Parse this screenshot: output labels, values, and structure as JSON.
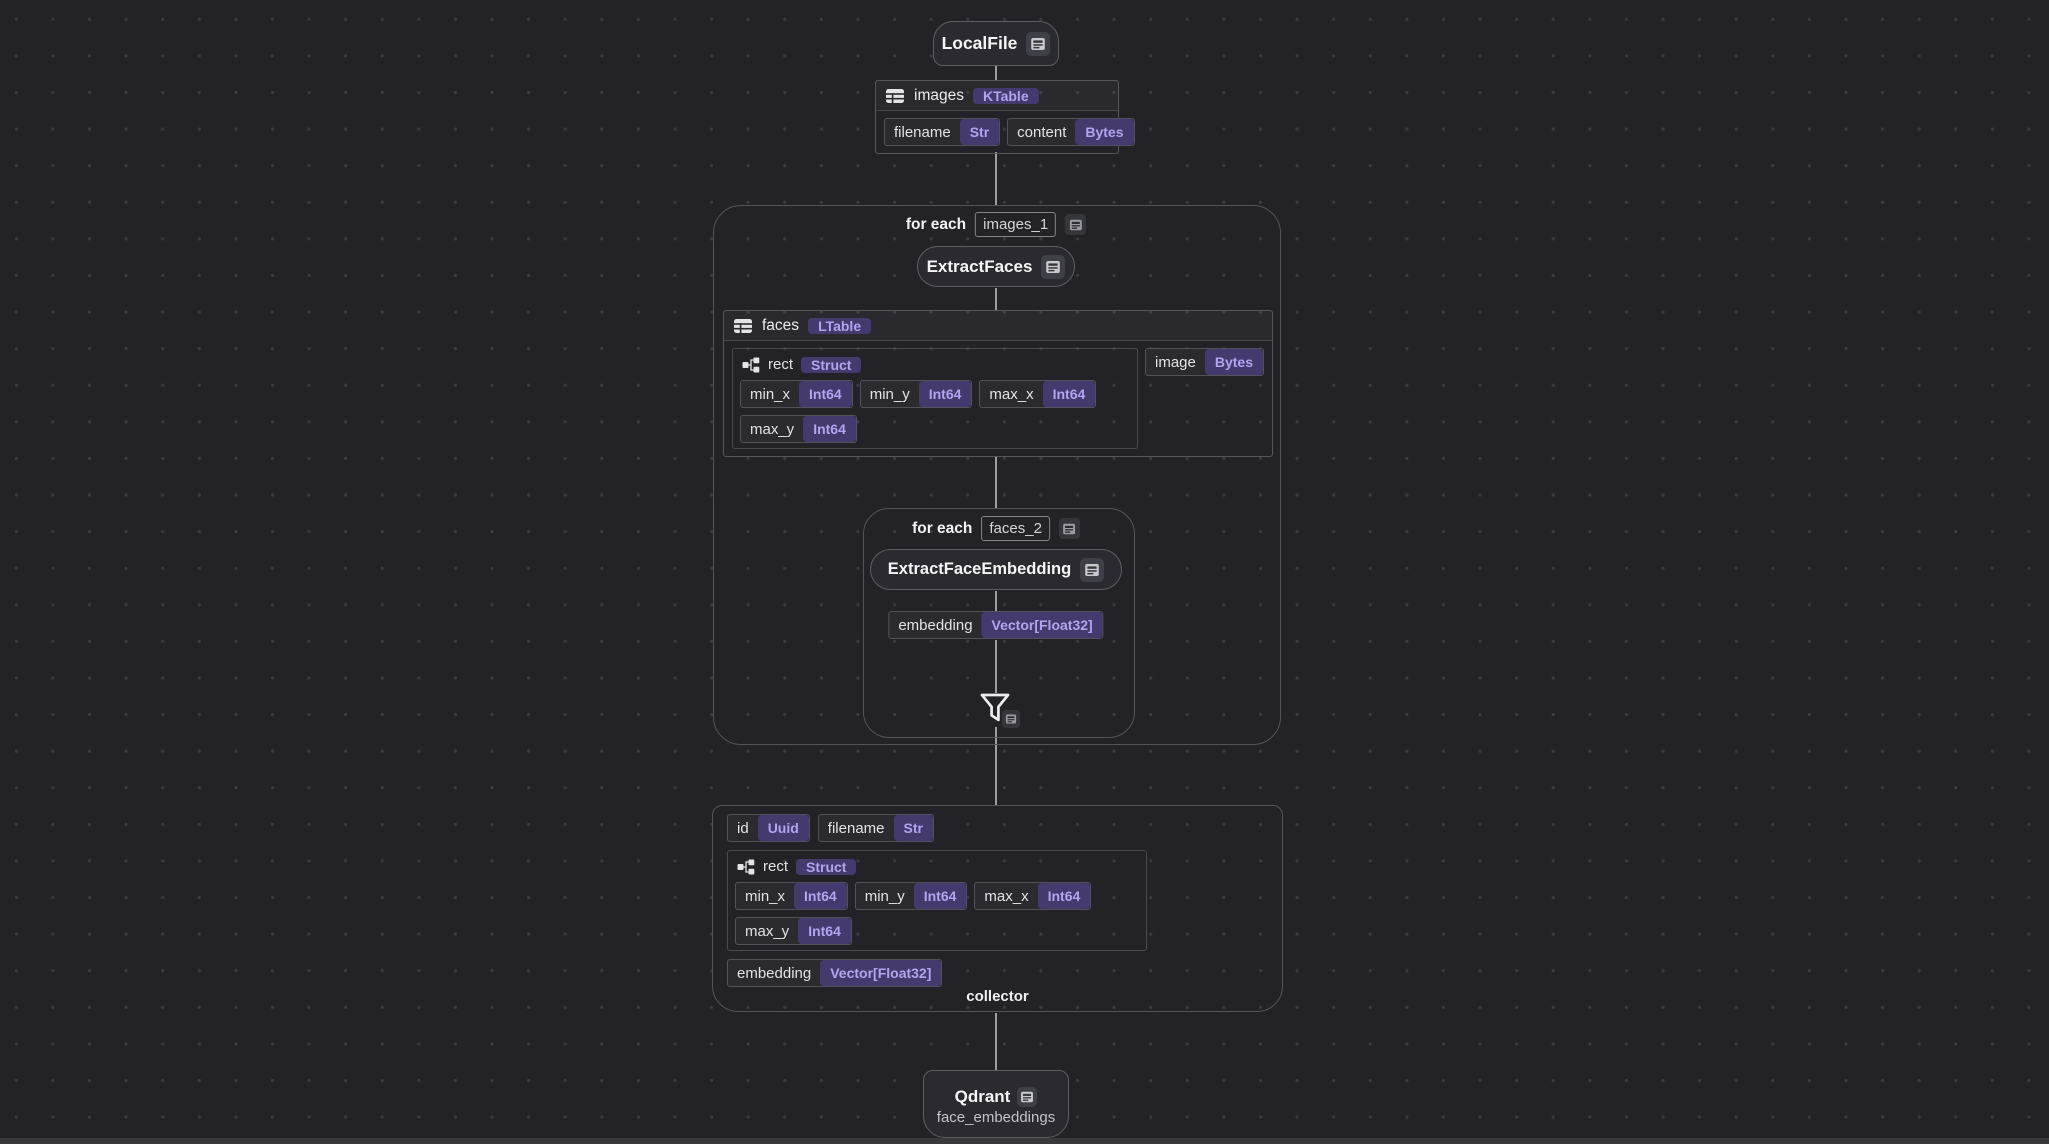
{
  "colors": {
    "background": "#232327",
    "badge_bg": "#453a6d",
    "badge_text": "#b3a4ef",
    "edge": "#9c9ca1"
  },
  "pipeline": {
    "source": {
      "title": "LocalFile"
    },
    "images_table": {
      "name": "images",
      "kind": "KTable",
      "fields": [
        {
          "name": "filename",
          "type": "Str"
        },
        {
          "name": "content",
          "type": "Bytes"
        }
      ]
    },
    "foreach_images": {
      "label": "for each",
      "scope": "images_1"
    },
    "extract_faces": {
      "title": "ExtractFaces"
    },
    "faces_table": {
      "name": "faces",
      "kind": "LTable",
      "rect": {
        "name": "rect",
        "type": "Struct",
        "fields": [
          {
            "name": "min_x",
            "type": "Int64"
          },
          {
            "name": "min_y",
            "type": "Int64"
          },
          {
            "name": "max_x",
            "type": "Int64"
          },
          {
            "name": "max_y",
            "type": "Int64"
          }
        ]
      },
      "image_field": {
        "name": "image",
        "type": "Bytes"
      }
    },
    "foreach_faces": {
      "label": "for each",
      "scope": "faces_2"
    },
    "extract_face_embedding": {
      "title": "ExtractFaceEmbedding",
      "output": {
        "name": "embedding",
        "type": "Vector[Float32]"
      }
    },
    "collector": {
      "label": "collector",
      "fields": [
        {
          "name": "id",
          "type": "Uuid"
        },
        {
          "name": "filename",
          "type": "Str"
        }
      ],
      "rect": {
        "name": "rect",
        "type": "Struct",
        "fields": [
          {
            "name": "min_x",
            "type": "Int64"
          },
          {
            "name": "min_y",
            "type": "Int64"
          },
          {
            "name": "max_x",
            "type": "Int64"
          },
          {
            "name": "max_y",
            "type": "Int64"
          }
        ]
      },
      "embedding": {
        "name": "embedding",
        "type": "Vector[Float32]"
      }
    },
    "sink": {
      "title": "Qdrant",
      "subtitle": "face_embeddings"
    }
  }
}
